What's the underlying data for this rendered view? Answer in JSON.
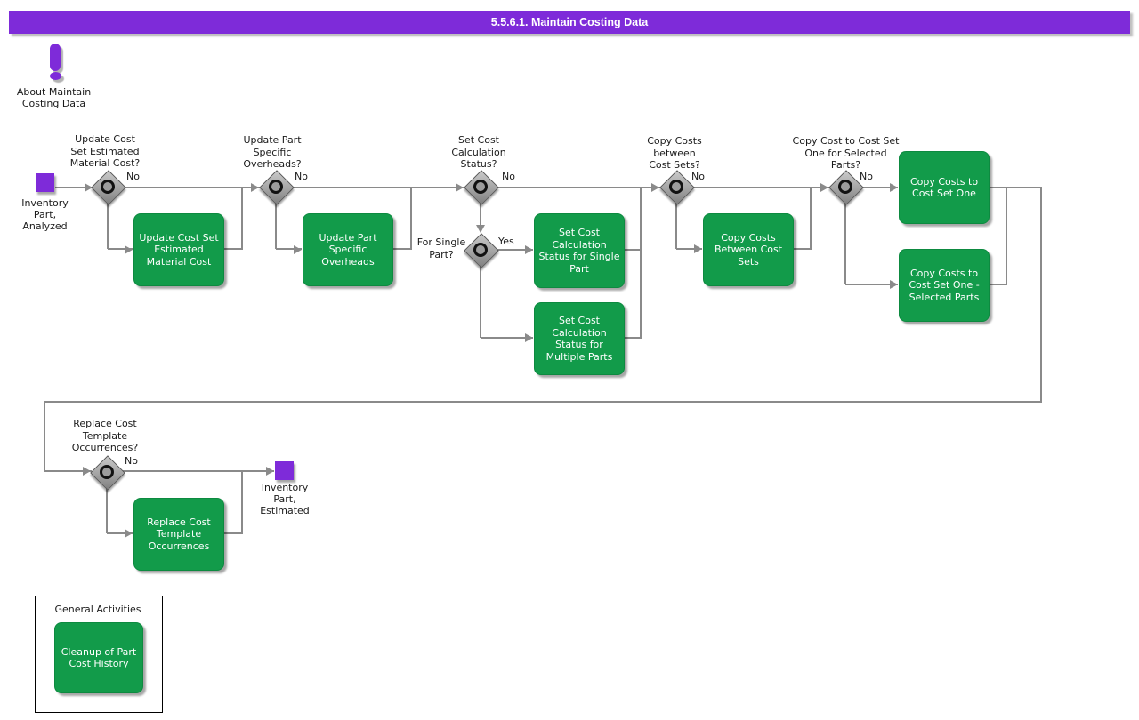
{
  "title": "5.5.6.1. Maintain Costing Data",
  "colors": {
    "purple": "#7e2bd9",
    "green": "#129b4a",
    "line_gray": "#8a8a8a",
    "diamond_gray": "#9c9c9c"
  },
  "about": {
    "label": "About Maintain\nCosting Data"
  },
  "start": {
    "label": "Inventory\nPart,\nAnalyzed"
  },
  "end": {
    "label": "Inventory\nPart,\nEstimated"
  },
  "decisions": {
    "d1": {
      "question": "Update Cost\nSet Estimated\nMaterial Cost?",
      "branch": "No"
    },
    "d2": {
      "question": "Update Part\nSpecific\nOverheads?",
      "branch": "No"
    },
    "d3": {
      "question": "Set Cost\nCalculation\nStatus?",
      "branch": "No"
    },
    "d3b": {
      "question": "For Single\nPart?",
      "branch": "Yes"
    },
    "d4": {
      "question": "Copy Costs\nbetween\nCost Sets?",
      "branch": "No"
    },
    "d5": {
      "question": "Copy Cost to Cost Set\nOne for Selected\nParts?",
      "branch": "No"
    },
    "d6": {
      "question": "Replace Cost\nTemplate\nOccurrences?",
      "branch": "No"
    }
  },
  "activities": {
    "update_cost_set": "Update Cost Set\nEstimated\nMaterial Cost",
    "update_part_overheads": "Update Part\nSpecific\nOverheads",
    "set_status_single": "Set Cost\nCalculation\nStatus for Single\nPart",
    "set_status_multiple": "Set Cost\nCalculation\nStatus for\nMultiple Parts",
    "copy_between_sets": "Copy Costs\nBetween Cost\nSets",
    "copy_to_set_one": "Copy Costs to\nCost Set One",
    "copy_to_set_one_selected": "Copy Costs to\nCost Set One -\nSelected Parts",
    "replace_template": "Replace Cost\nTemplate\nOccurrences",
    "cleanup_history": "Cleanup of Part\nCost History"
  },
  "general_activities": {
    "title": "General Activities"
  }
}
